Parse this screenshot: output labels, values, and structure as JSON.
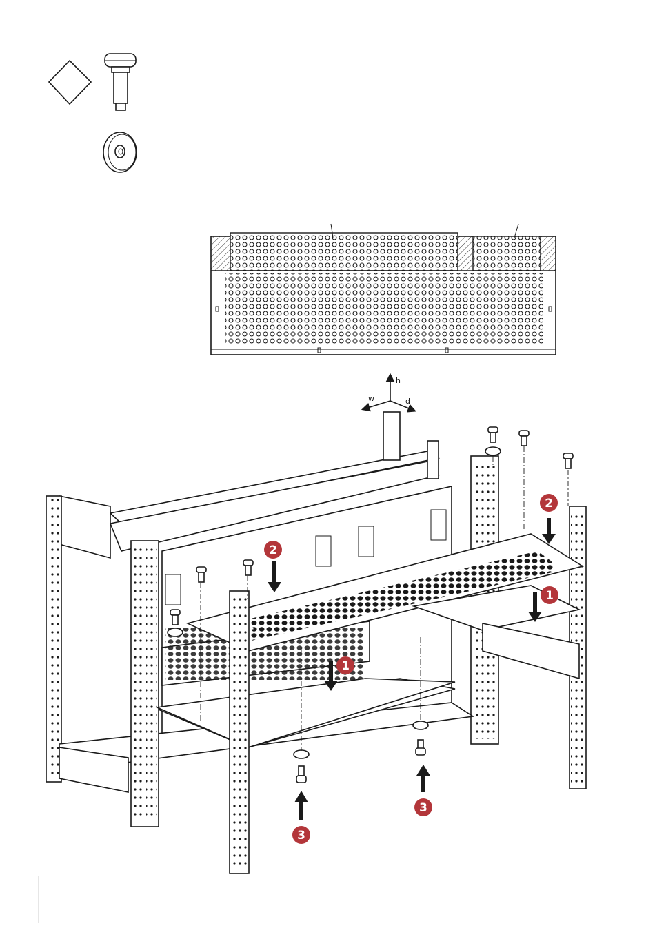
{
  "axes": {
    "h": "h",
    "w": "w",
    "d": "d"
  },
  "steps": [
    "1",
    "2",
    "3"
  ],
  "icons": [
    "diamond-icon",
    "bolt-icon",
    "washer-icon",
    "arrow-icon"
  ],
  "colors": {
    "step_badge": "#b3363a",
    "line": "#1a1a1a",
    "hatch": "#1a1a1a"
  }
}
